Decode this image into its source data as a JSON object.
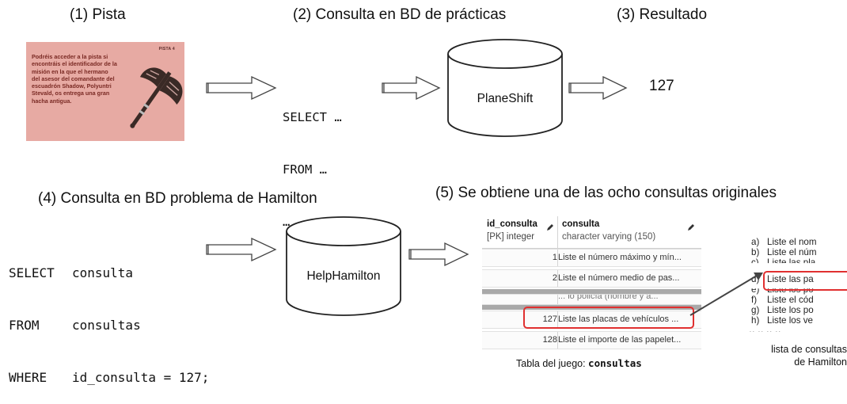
{
  "step_titles": {
    "s1": "(1) Pista",
    "s2": "(2) Consulta en BD de prácticas",
    "s3": "(3) Resultado",
    "s4": "(4) Consulta en BD problema de Hamilton",
    "s5": "(5) Se obtiene una de las ocho consultas originales"
  },
  "hint_card": {
    "tag": "PISTA 4",
    "text": "Podréis acceder a la pista si encontráis el identificador de la misión en la que el hermano del asesor del comandante del escuadrón Shadow, Polyuntri Stevald, os entrega una gran hacha antigua."
  },
  "practice_query": {
    "line1": "SELECT …",
    "line2": "FROM …",
    "line3": "… … …"
  },
  "practice_db": "PlaneShift",
  "result": "127",
  "hamilton_query": {
    "select_kw": "SELECT",
    "select_val": "consulta",
    "from_kw": "FROM",
    "from_val": "consultas",
    "where_kw": "WHERE",
    "where_val": "id_consulta = 127;"
  },
  "hamilton_db": "HelpHamilton",
  "table": {
    "col1_name": "id_consulta",
    "col1_type": "[PK] integer",
    "col2_name": "consulta",
    "col2_type": "character varying (150)",
    "rows": [
      {
        "id": "1",
        "text": "Liste el número máximo y mín..."
      },
      {
        "id": "2",
        "text": "Liste el número medio de pas..."
      },
      {
        "id": "",
        "text": "... lo policía (nombre y a..."
      },
      {
        "id": "127",
        "text": "Liste las placas de vehículos ..."
      },
      {
        "id": "128",
        "text": "Liste el importe de las papelet..."
      }
    ],
    "caption_prefix": "Tabla del juego: ",
    "caption_name": "consultas"
  },
  "options": [
    {
      "letter": "a)",
      "text": "Liste el nom"
    },
    {
      "letter": "b)",
      "text": "Liste el núm"
    },
    {
      "letter": "c)",
      "text": "Liste las pla"
    },
    {
      "letter": "d)",
      "text": "Liste las pa"
    },
    {
      "letter": "e)",
      "text": "Liste los po"
    },
    {
      "letter": "f)",
      "text": "Liste el cód"
    },
    {
      "letter": "g)",
      "text": "Liste los po"
    },
    {
      "letter": "h)",
      "text": "Liste los ve"
    }
  ],
  "options_caption": {
    "line1": "lista de consultas",
    "line2": "de Hamilton"
  },
  "colors": {
    "highlight": "#e03030",
    "hint_bg": "#e7aaa3",
    "arrow_line": "#444444"
  }
}
